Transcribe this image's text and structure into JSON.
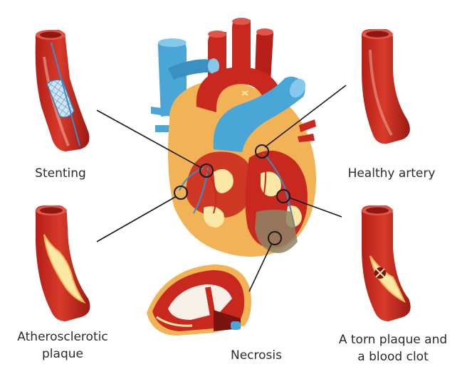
{
  "labels": {
    "stenting": "Stenting",
    "healthy_artery": "Healthy artery",
    "atherosclerotic_line1": "Atherosclerotic",
    "atherosclerotic_line2": "plaque",
    "necrosis": "Necrosis",
    "torn_line1": "A torn plaque and",
    "torn_line2": "a blood clot"
  },
  "colors": {
    "artery_red": "#c8281e",
    "artery_dark": "#8e1712",
    "vein_blue": "#4aa6d6",
    "fat_orange": "#f2b356",
    "plaque_yellow": "#fbe7a6",
    "necrosis_gray": "#8f8466"
  },
  "icons": [
    "heart-icon",
    "stent-artery-icon",
    "healthy-artery-icon",
    "plaque-artery-icon",
    "clot-artery-icon",
    "heart-cross-section-icon"
  ]
}
